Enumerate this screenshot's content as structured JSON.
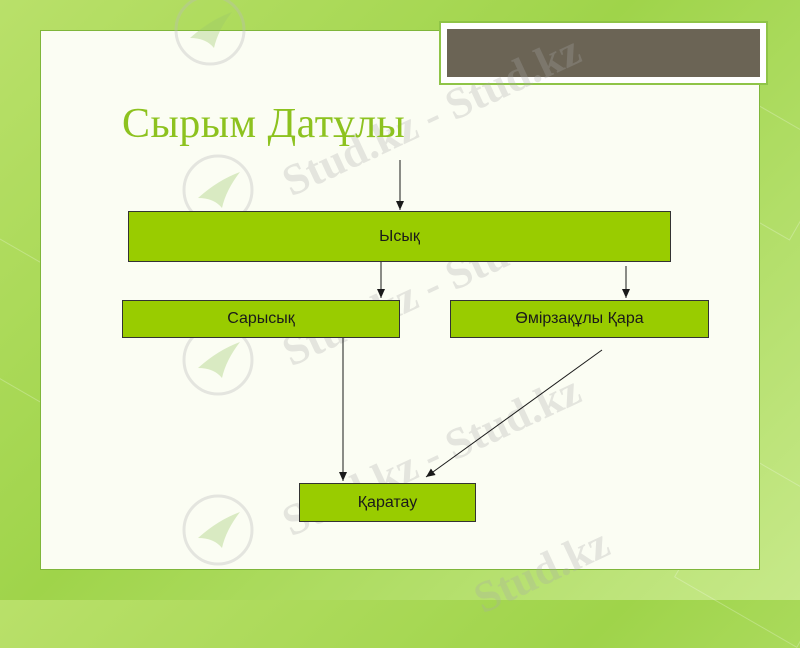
{
  "slide": {
    "title": "Сырым Датұлы"
  },
  "diagram": {
    "nodes": [
      {
        "id": "ysyk",
        "label": "Ысық"
      },
      {
        "id": "arysyk",
        "label": "Сарысық"
      },
      {
        "id": "omirzakuly",
        "label": "Өмірзақұлы Қара"
      },
      {
        "id": "karatau",
        "label": "Қаратау"
      }
    ],
    "edges": [
      {
        "from": "",
        "to": "ysyk"
      },
      {
        "from": "ysyk",
        "to": "arysyk"
      },
      {
        "from": "ysyk",
        "to": "omirzakuly"
      },
      {
        "from": "arysyk",
        "to": "karatau"
      },
      {
        "from": "omirzakuly",
        "to": "karatau"
      }
    ]
  },
  "watermark": {
    "text": "Stud.kz - Stud.kz"
  },
  "colors": {
    "node_fill": "#99cc00",
    "title": "#8dc21f",
    "background": "#a8d85a"
  }
}
